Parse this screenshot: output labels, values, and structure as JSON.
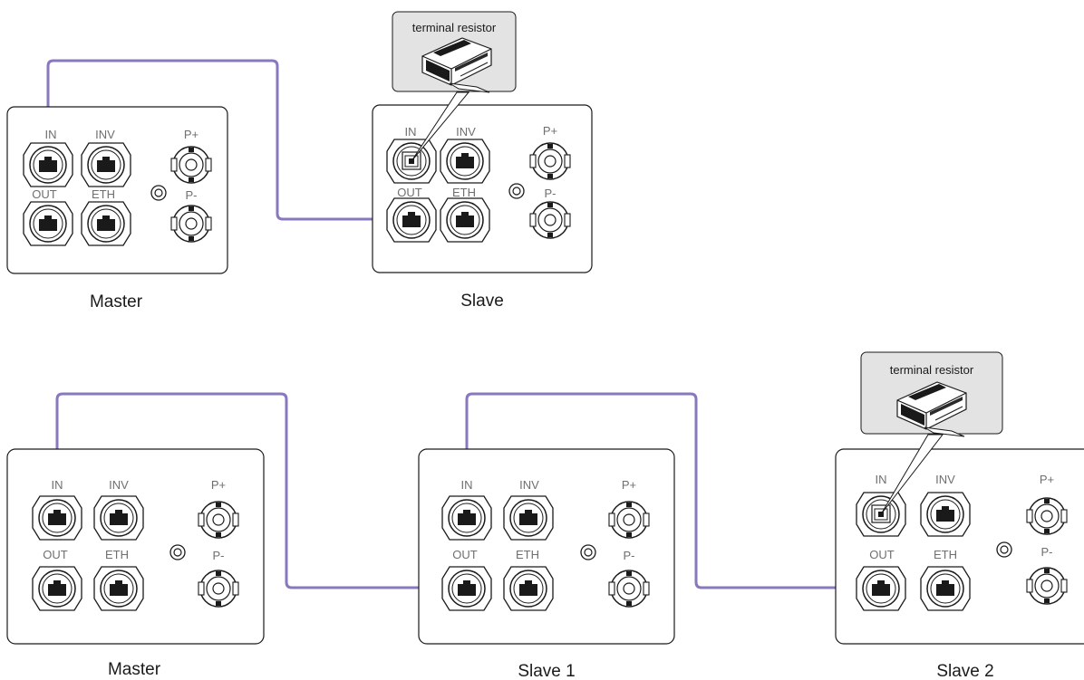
{
  "labels": {
    "in": "IN",
    "inv": "INV",
    "out": "OUT",
    "eth": "ETH",
    "p_plus": "P+",
    "p_minus": "P-"
  },
  "captions": {
    "top_master": "Master",
    "top_slave": "Slave",
    "bottom_master": "Master",
    "bottom_slave1": "Slave 1",
    "bottom_slave2": "Slave 2"
  },
  "callouts": {
    "top": "terminal resistor",
    "bottom": "terminal resistor"
  },
  "colors": {
    "cable": "#8a78bf",
    "callout_fill": "#e3e3e3",
    "label": "#6f6f6f",
    "outline": "#1a1a1a"
  }
}
